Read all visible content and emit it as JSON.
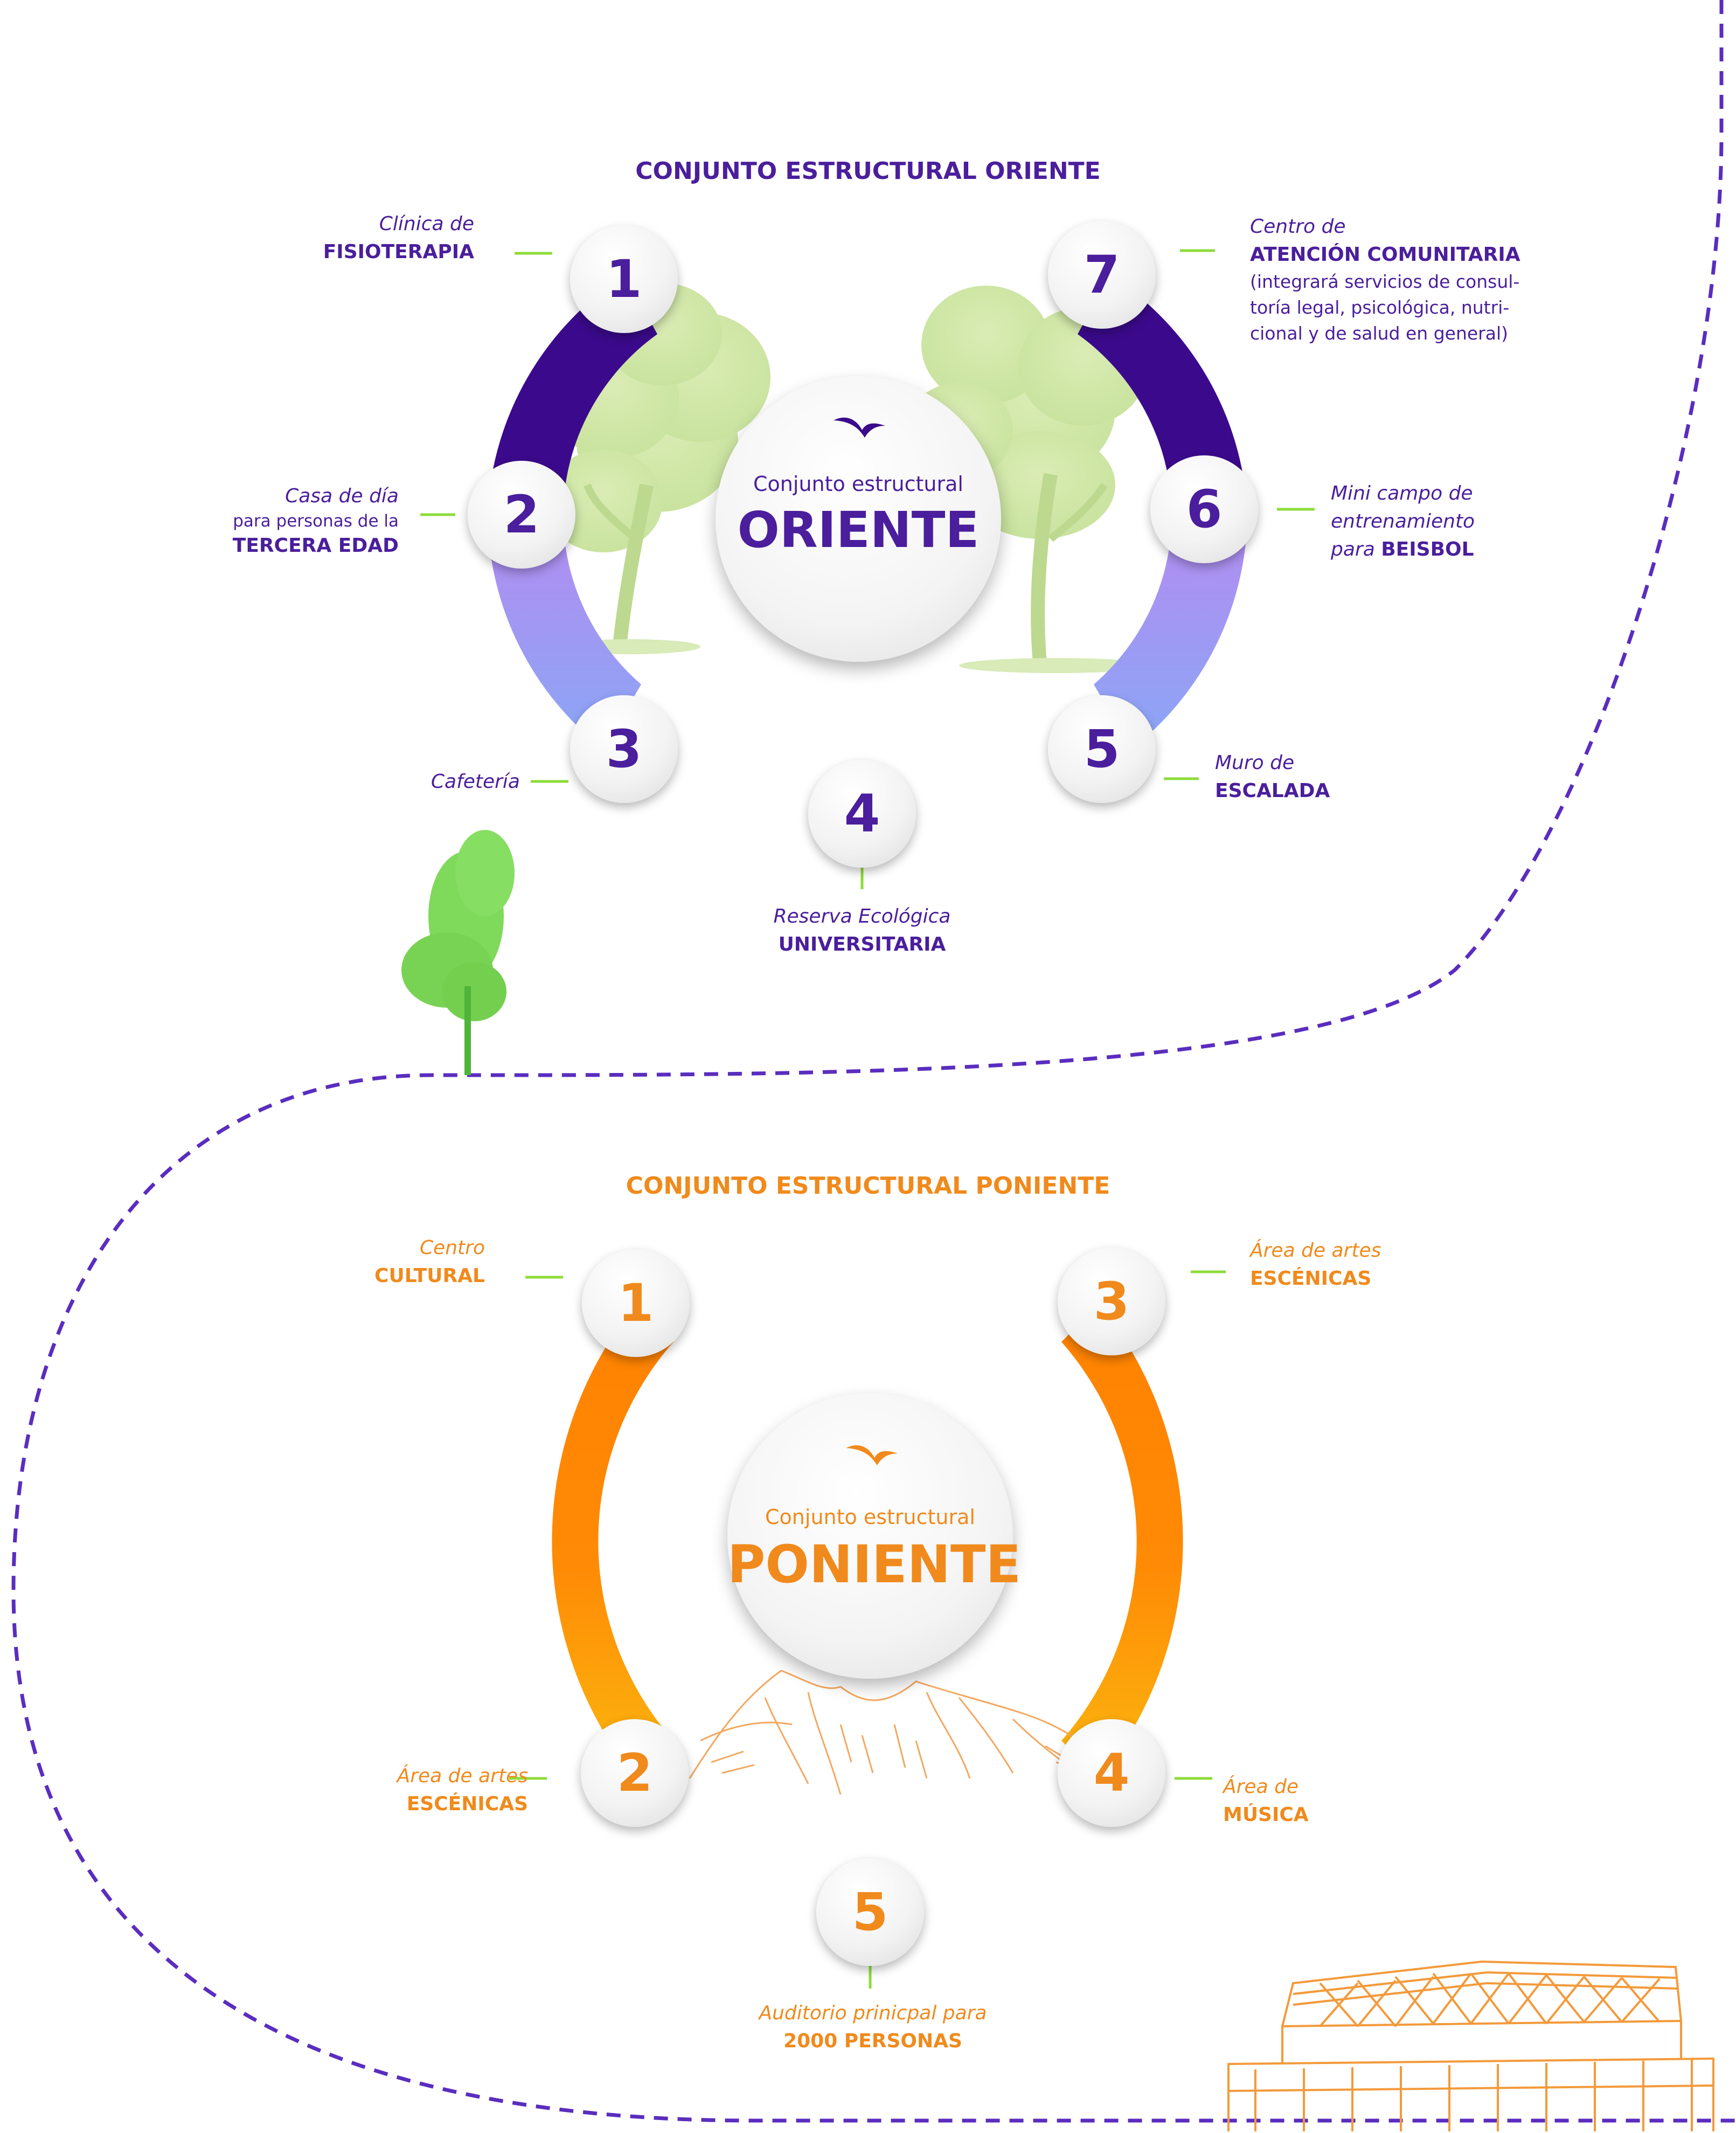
{
  "oriente": {
    "title": "CONJUNTO ESTRUCTURAL ORIENTE",
    "hub_sub": "Conjunto estructural",
    "hub_name": "ORIENTE",
    "nodes": [
      {
        "n": "1",
        "l1": "Clínica de",
        "l2": "FISIOTERAPIA"
      },
      {
        "n": "2",
        "l1": "Casa de día",
        "l2": "para personas de la",
        "l3": "TERCERA EDAD"
      },
      {
        "n": "3",
        "l1": "Cafetería"
      },
      {
        "n": "4",
        "l1": "Reserva Ecológica",
        "l2": "UNIVERSITARIA"
      },
      {
        "n": "5",
        "l1": "Muro de",
        "l2": "ESCALADA"
      },
      {
        "n": "6",
        "l1": "Mini campo de",
        "l2": "entrenamiento",
        "l3a": "para",
        "l3b": "BEISBOL"
      },
      {
        "n": "7",
        "l1": "Centro de",
        "l2": "ATENCIÓN COMUNITARIA",
        "d1": "(integrará servicios de consul-",
        "d2": "toría legal, psicológica, nutri-",
        "d3": "cional y de salud en general)"
      }
    ],
    "colors": {
      "dark": "#3b0a8c",
      "light_top": "#b48cf0",
      "light_bottom": "#8fa4f5"
    }
  },
  "poniente": {
    "title": "CONJUNTO ESTRUCTURAL PONIENTE",
    "hub_sub": "Conjunto estructural",
    "hub_name": "PONIENTE",
    "nodes": [
      {
        "n": "1",
        "l1": "Centro",
        "l2": "CULTURAL"
      },
      {
        "n": "2",
        "l1": "Área de artes",
        "l2": "ESCÉNICAS"
      },
      {
        "n": "3",
        "l1": "Área de artes",
        "l2": "ESCÉNICAS"
      },
      {
        "n": "4",
        "l1": "Área de",
        "l2": "MÚSICA"
      },
      {
        "n": "5",
        "l1": "Auditorio prinicpal para",
        "l2": "2000 PERSONAS"
      }
    ],
    "colors": {
      "top": "#ff8200",
      "bottom": "#fbb50f"
    }
  },
  "icons": [
    "bird-icon",
    "tree-icon",
    "mountain-icon",
    "building-icon"
  ],
  "colors": {
    "dashed_line": "#5a2dbf",
    "connector": "#8ddc3a",
    "purple": "#4a1e9c",
    "orange": "#f08a1c"
  }
}
